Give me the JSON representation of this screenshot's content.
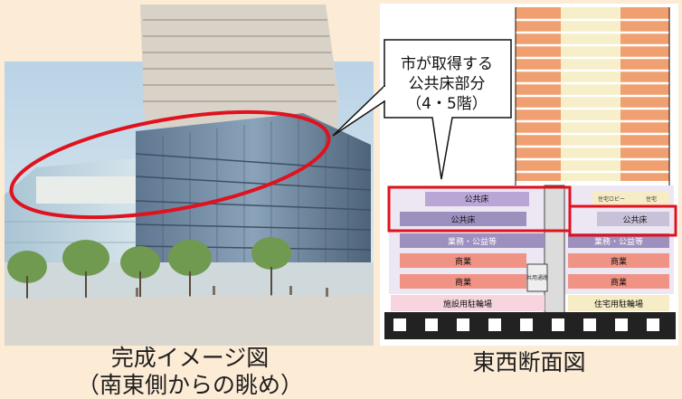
{
  "colors": {
    "background": "#fcebd5",
    "highlight": "#e0121e",
    "tower_floor": "#f0a070",
    "public_floor": "#b9a6d6",
    "office_floor": "#9d8fbe",
    "commercial_floor": "#f09384",
    "parking_floor": "#f7d4de",
    "residential_parking": "#f6ecc5"
  },
  "left_caption": {
    "line1": "完成イメージ図",
    "line2": "（南東側からの眺め）"
  },
  "right_caption": "東西断面図",
  "callout": {
    "line1": "市が取得する",
    "line2": "公共床部分",
    "line3": "（4・5階）"
  },
  "section": {
    "public_floor_left_upper": "公共床",
    "public_floor_left_lower": "公共床",
    "public_floor_right": "公共床",
    "office_left": "業務・公益等",
    "office_right": "業務・公益等",
    "commercial_left_1": "商業",
    "commercial_left_2": "商業",
    "commercial_right_1": "商業",
    "commercial_right_2": "商業",
    "core_label": "共用通路",
    "parking_left": "施設用駐輪場",
    "parking_right": "住宅用駐輪場",
    "small_label_1": "住宅ロビー",
    "small_label_2": "住宅"
  }
}
